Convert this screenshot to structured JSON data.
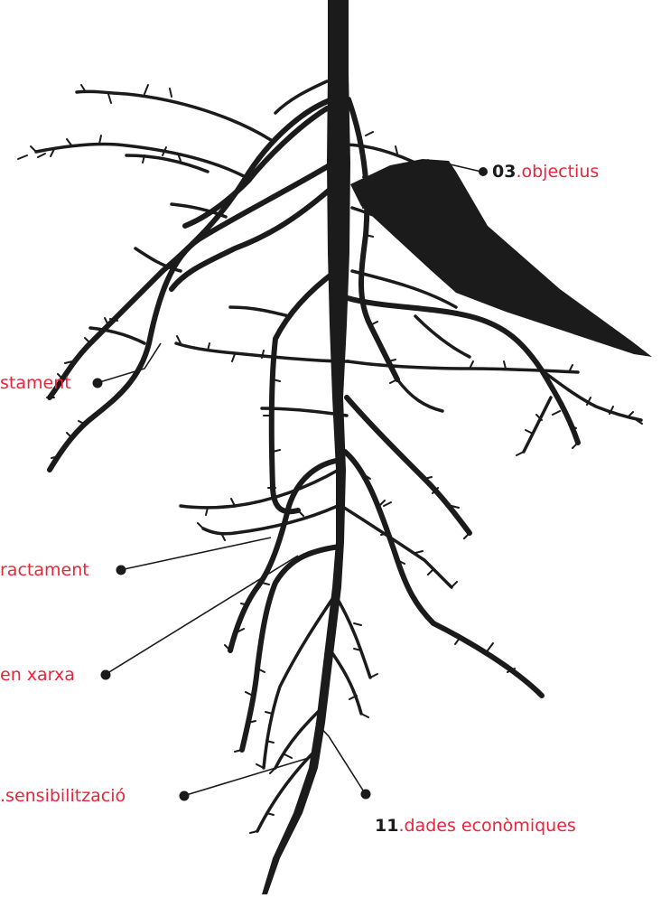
{
  "colors": {
    "root": "#1b1b1b",
    "accent": "#e8263a",
    "leader": "#1b1b1b"
  },
  "labels": {
    "objectius": {
      "num": "03",
      "text": ".objectius"
    },
    "assentament": {
      "num": "",
      "text": "stament"
    },
    "impacte": {
      "num": "",
      "text": "ractament"
    },
    "xarxa": {
      "num": "",
      "text": "en xarxa"
    },
    "sensibilitzacio": {
      "num": "",
      "text": ".sensibilització"
    },
    "dades": {
      "num": "11",
      "text": ".dades econòmiques"
    }
  }
}
